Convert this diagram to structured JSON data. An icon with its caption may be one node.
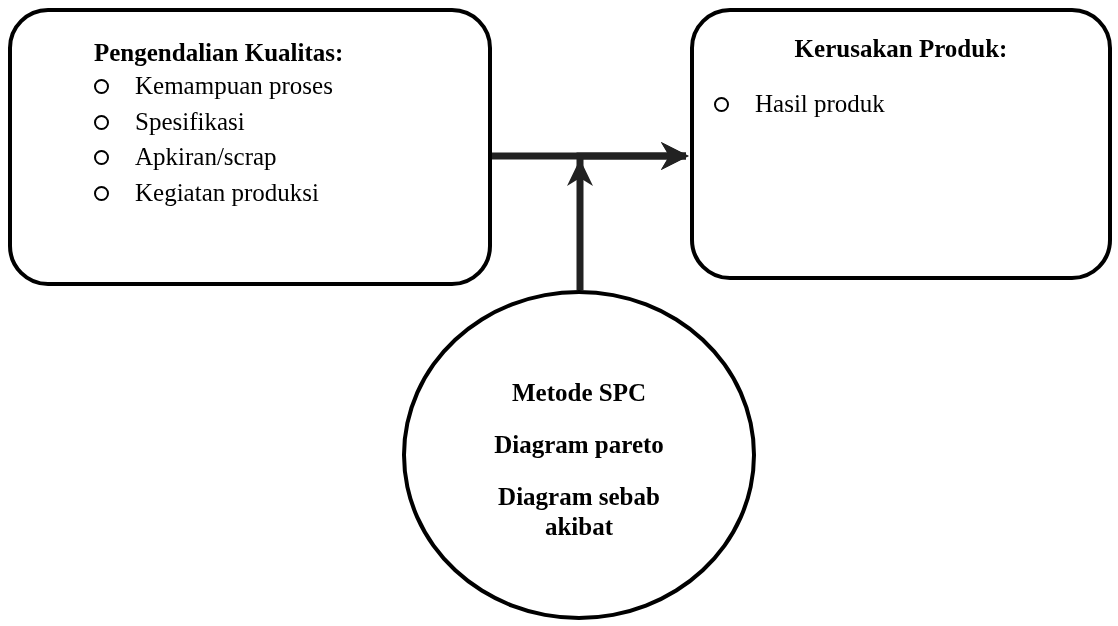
{
  "diagram": {
    "nodes": [
      {
        "text": [
          "Pengendalian Kualitas:",
          "Kemampuan proses",
          "Spesifikasi",
          "Apkiran/scrap",
          "Kegiatan produksi"
        ]
      },
      {
        "text": [
          "Kerusakan Produk:",
          "Hasil produk"
        ]
      },
      {
        "text": [
          "Metode SPC",
          "Diagram pareto",
          "Diagram sebab akibat"
        ]
      }
    ],
    "edges": [
      {
        "from": 0,
        "to": 1,
        "arrow": "to"
      },
      {
        "from": 2,
        "to": 1,
        "arrow": "to"
      }
    ]
  }
}
